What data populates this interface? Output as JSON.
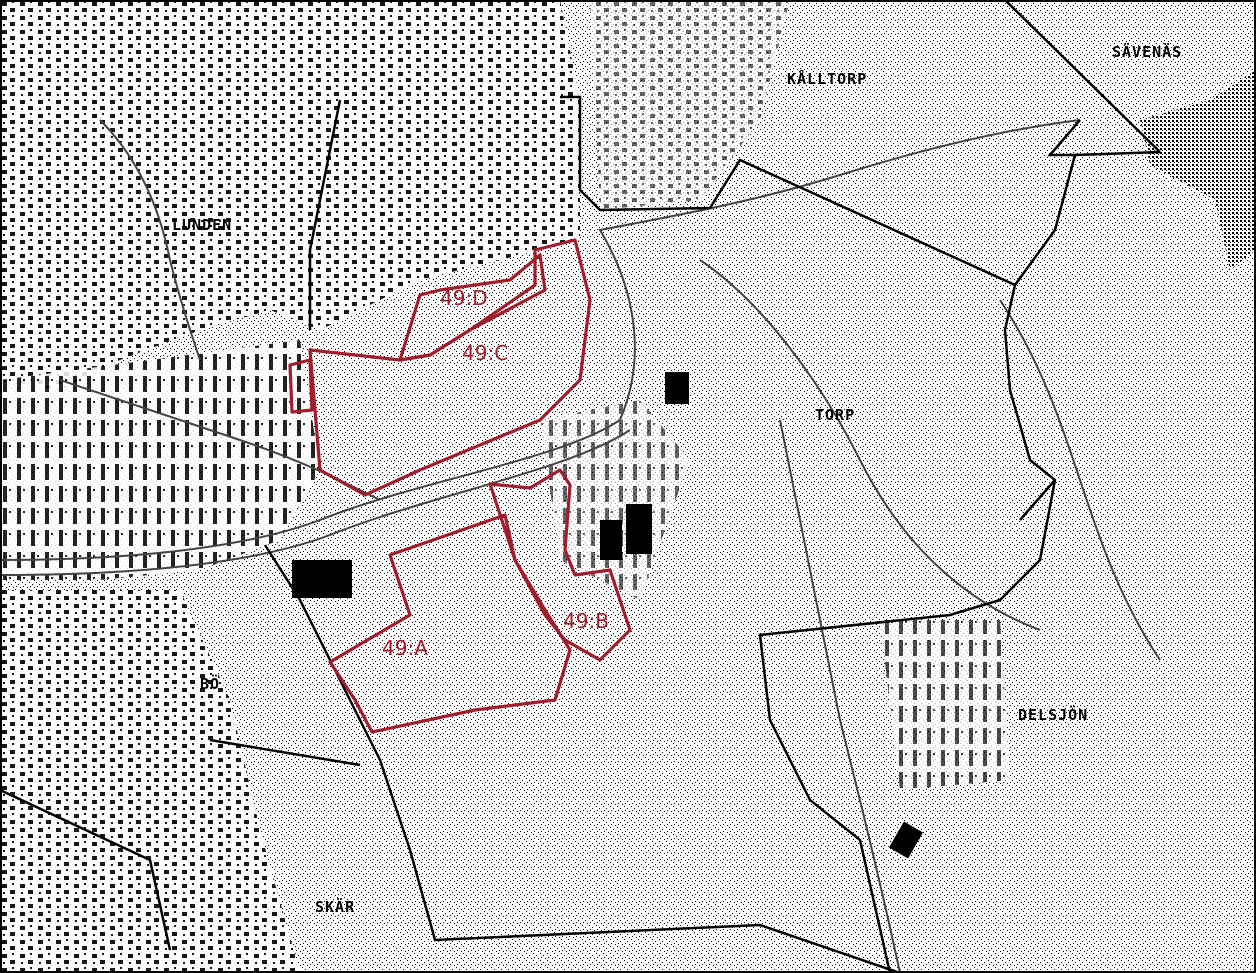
{
  "map": {
    "colors": {
      "background": "#ffffff",
      "ink": "#000000",
      "zone_outline": "#a11d2b",
      "water": "#cfcfcf"
    },
    "place_names": {
      "kalltorp": "KÅLLTORP",
      "savenas": "SÄVENÄS",
      "lunden": "LUNDEN",
      "torp": "TORP",
      "delsjon": "DELSJÖN",
      "bo": "BÖ",
      "skar": "SKÄR"
    },
    "zones": {
      "a": "49:A",
      "b": "49:B",
      "c": "49:C",
      "d": "49:D"
    }
  }
}
